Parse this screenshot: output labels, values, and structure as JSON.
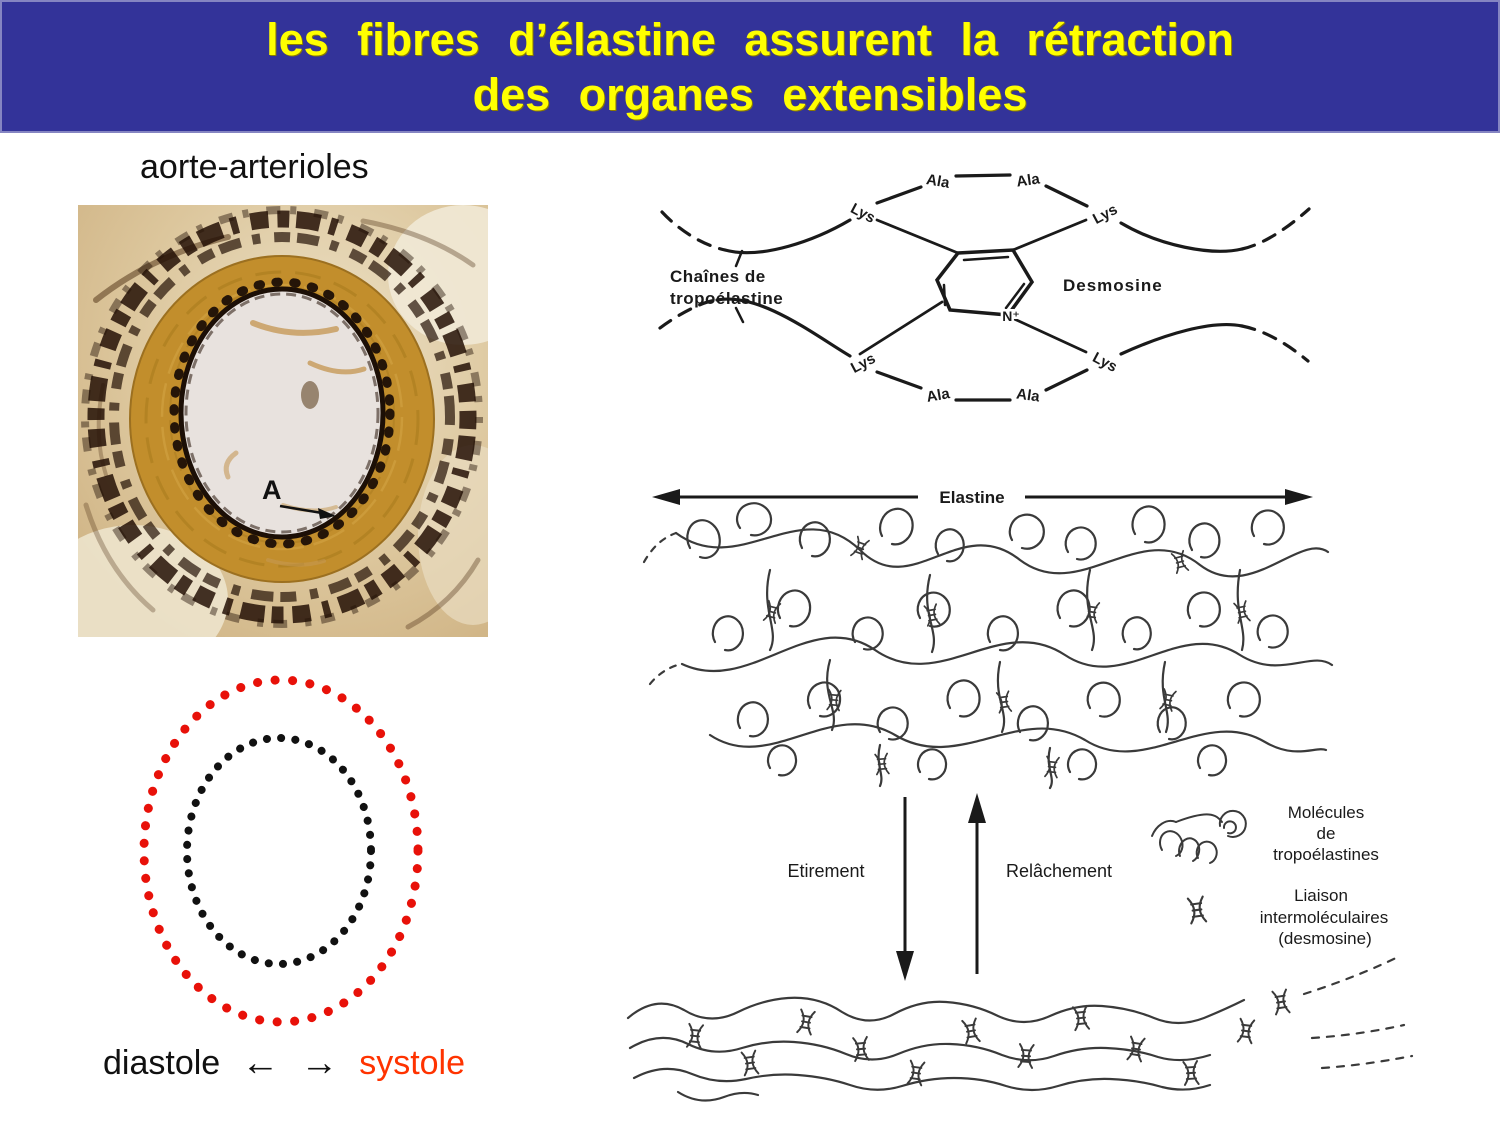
{
  "slide": {
    "header": {
      "title_line1": "les fibres d’élastine assurent la rétraction",
      "title_line2": "des organes extensibles",
      "bg_color": "#333399",
      "text_color": "#FFFF00"
    },
    "left": {
      "section_label": "aorte-arterioles",
      "histology_annotation": "A",
      "pulsation": {
        "outer_ring_color": "#E81109",
        "inner_ring_color": "#111111"
      },
      "caption": {
        "diastole": "diastole",
        "left_arrow": "←",
        "right_arrow": "→",
        "systole": "systole",
        "systole_color": "#FF3300"
      }
    },
    "right": {
      "crosslink_diagram": {
        "ala": "Ala",
        "lys": "Lys",
        "nitrogen": "N⁺",
        "chain_label_line1": "Chaînes de",
        "chain_label_line2": "tropoélastine",
        "desmosine_label": "Desmosine"
      },
      "elastine_label": "Elastine",
      "process": {
        "stretch": "Etirement",
        "relax": "Relâchement"
      },
      "legend": {
        "molecules_line1": "Molécules",
        "molecules_line2": "de",
        "molecules_line3": "tropoélastines",
        "liaison_line1": "Liaison",
        "liaison_line2": "intermoléculaires",
        "liaison_line3": "(desmosine)"
      }
    }
  }
}
